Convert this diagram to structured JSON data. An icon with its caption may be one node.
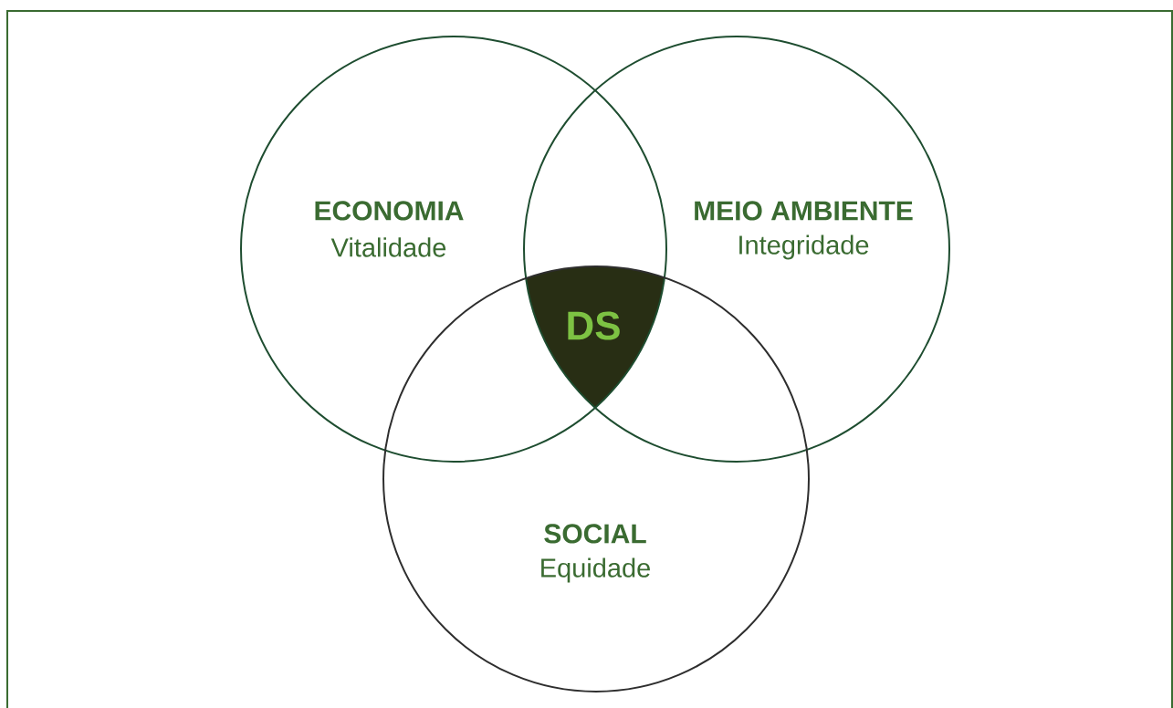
{
  "diagram": {
    "nodes": [
      {
        "text": [
          "ECONOMIA",
          "Vitalidade"
        ]
      },
      {
        "text": [
          "MEIO AMBIENTE",
          "Integridade"
        ]
      },
      {
        "text": [
          "SOCIAL",
          "Equidade"
        ]
      },
      {
        "text": [
          "DS"
        ]
      }
    ]
  }
}
